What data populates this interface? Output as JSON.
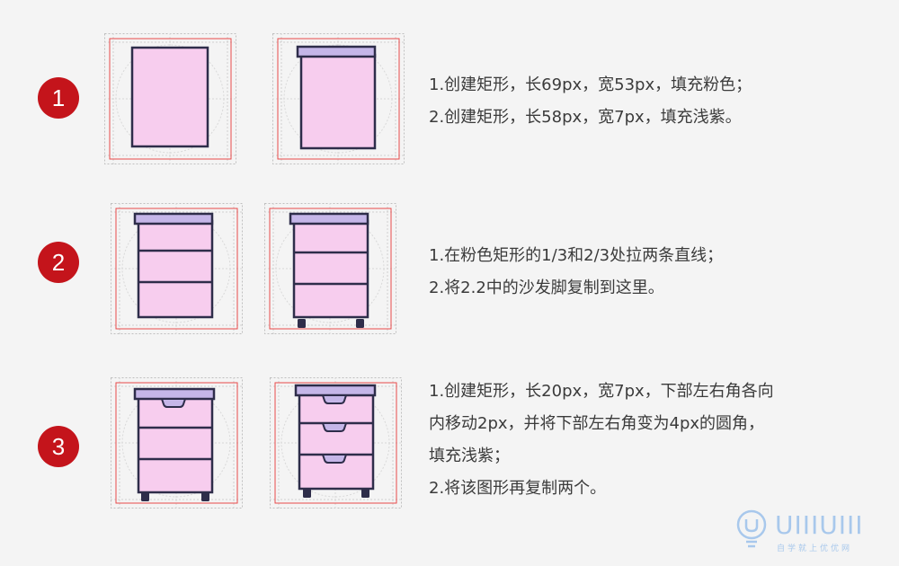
{
  "rows": [
    {
      "number": "1",
      "steps": [
        "1.创建矩形，长69px，宽53px，填充粉色；",
        "2.创建矩形，长58px，宽7px，填充浅紫。"
      ]
    },
    {
      "number": "2",
      "steps": [
        "1.在粉色矩形的1/3和2/3处拉两条直线；",
        "2.将2.2中的沙发脚复制到这里。"
      ]
    },
    {
      "number": "3",
      "steps": [
        "1.创建矩形，长20px，宽7px，下部左右角各向",
        "内移动2px，并将下部左右角变为4px的圆角，",
        "填充浅紫；",
        "2.将该图形再复制两个。"
      ]
    }
  ],
  "watermark": {
    "brand": "UIIIUIII",
    "tagline": "自学就上优优网"
  },
  "colors": {
    "badge": "#c4141b",
    "pink_fill": "#f7cdee",
    "purple_fill": "#c5b6e8",
    "outline": "#2e2d4a",
    "guide_red": "#e84a4a"
  }
}
